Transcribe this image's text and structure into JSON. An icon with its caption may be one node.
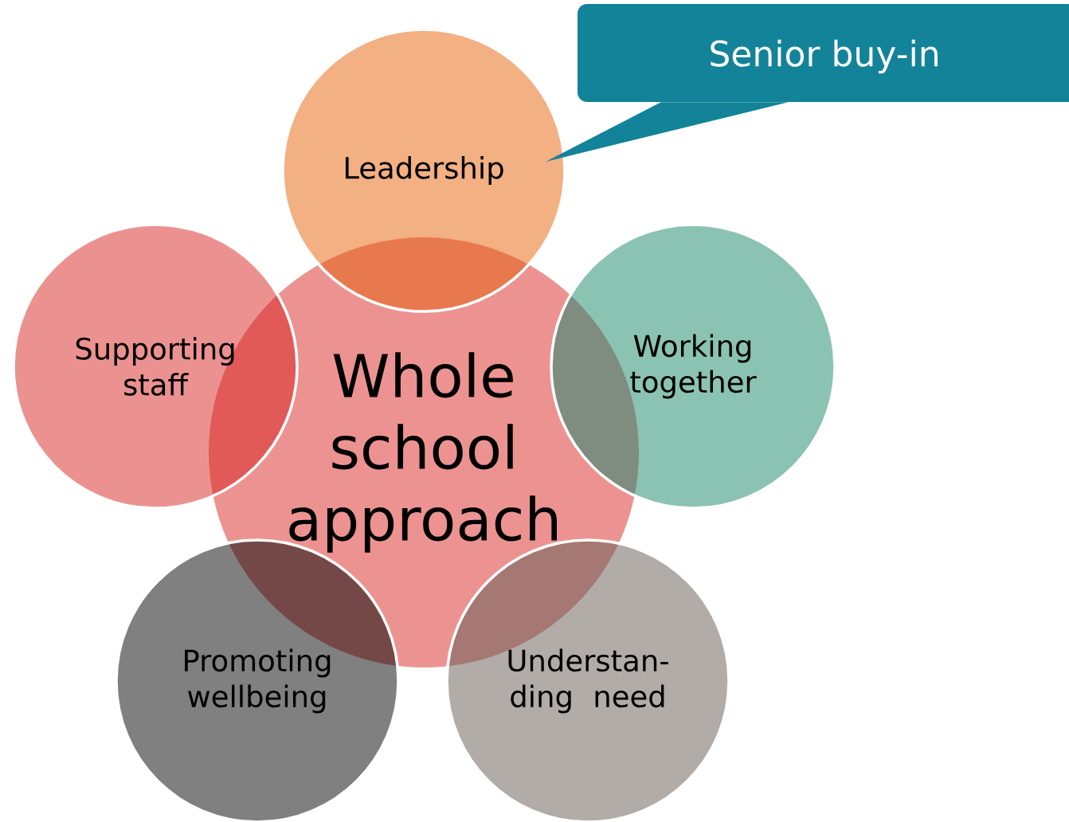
{
  "diagram": {
    "nodes": [
      {
        "text": [
          "Whole school approach"
        ]
      },
      {
        "text": [
          "Leadership"
        ]
      },
      {
        "text": [
          "Supporting staff"
        ]
      },
      {
        "text": [
          "Working together"
        ]
      },
      {
        "text": [
          "Promoting wellbeing"
        ]
      },
      {
        "text": [
          "Understan- ding need"
        ]
      },
      {
        "text": [
          "Senior buy-in"
        ]
      }
    ],
    "edges": [
      {
        "from": 6,
        "to": 1,
        "arrow": "none"
      }
    ]
  }
}
